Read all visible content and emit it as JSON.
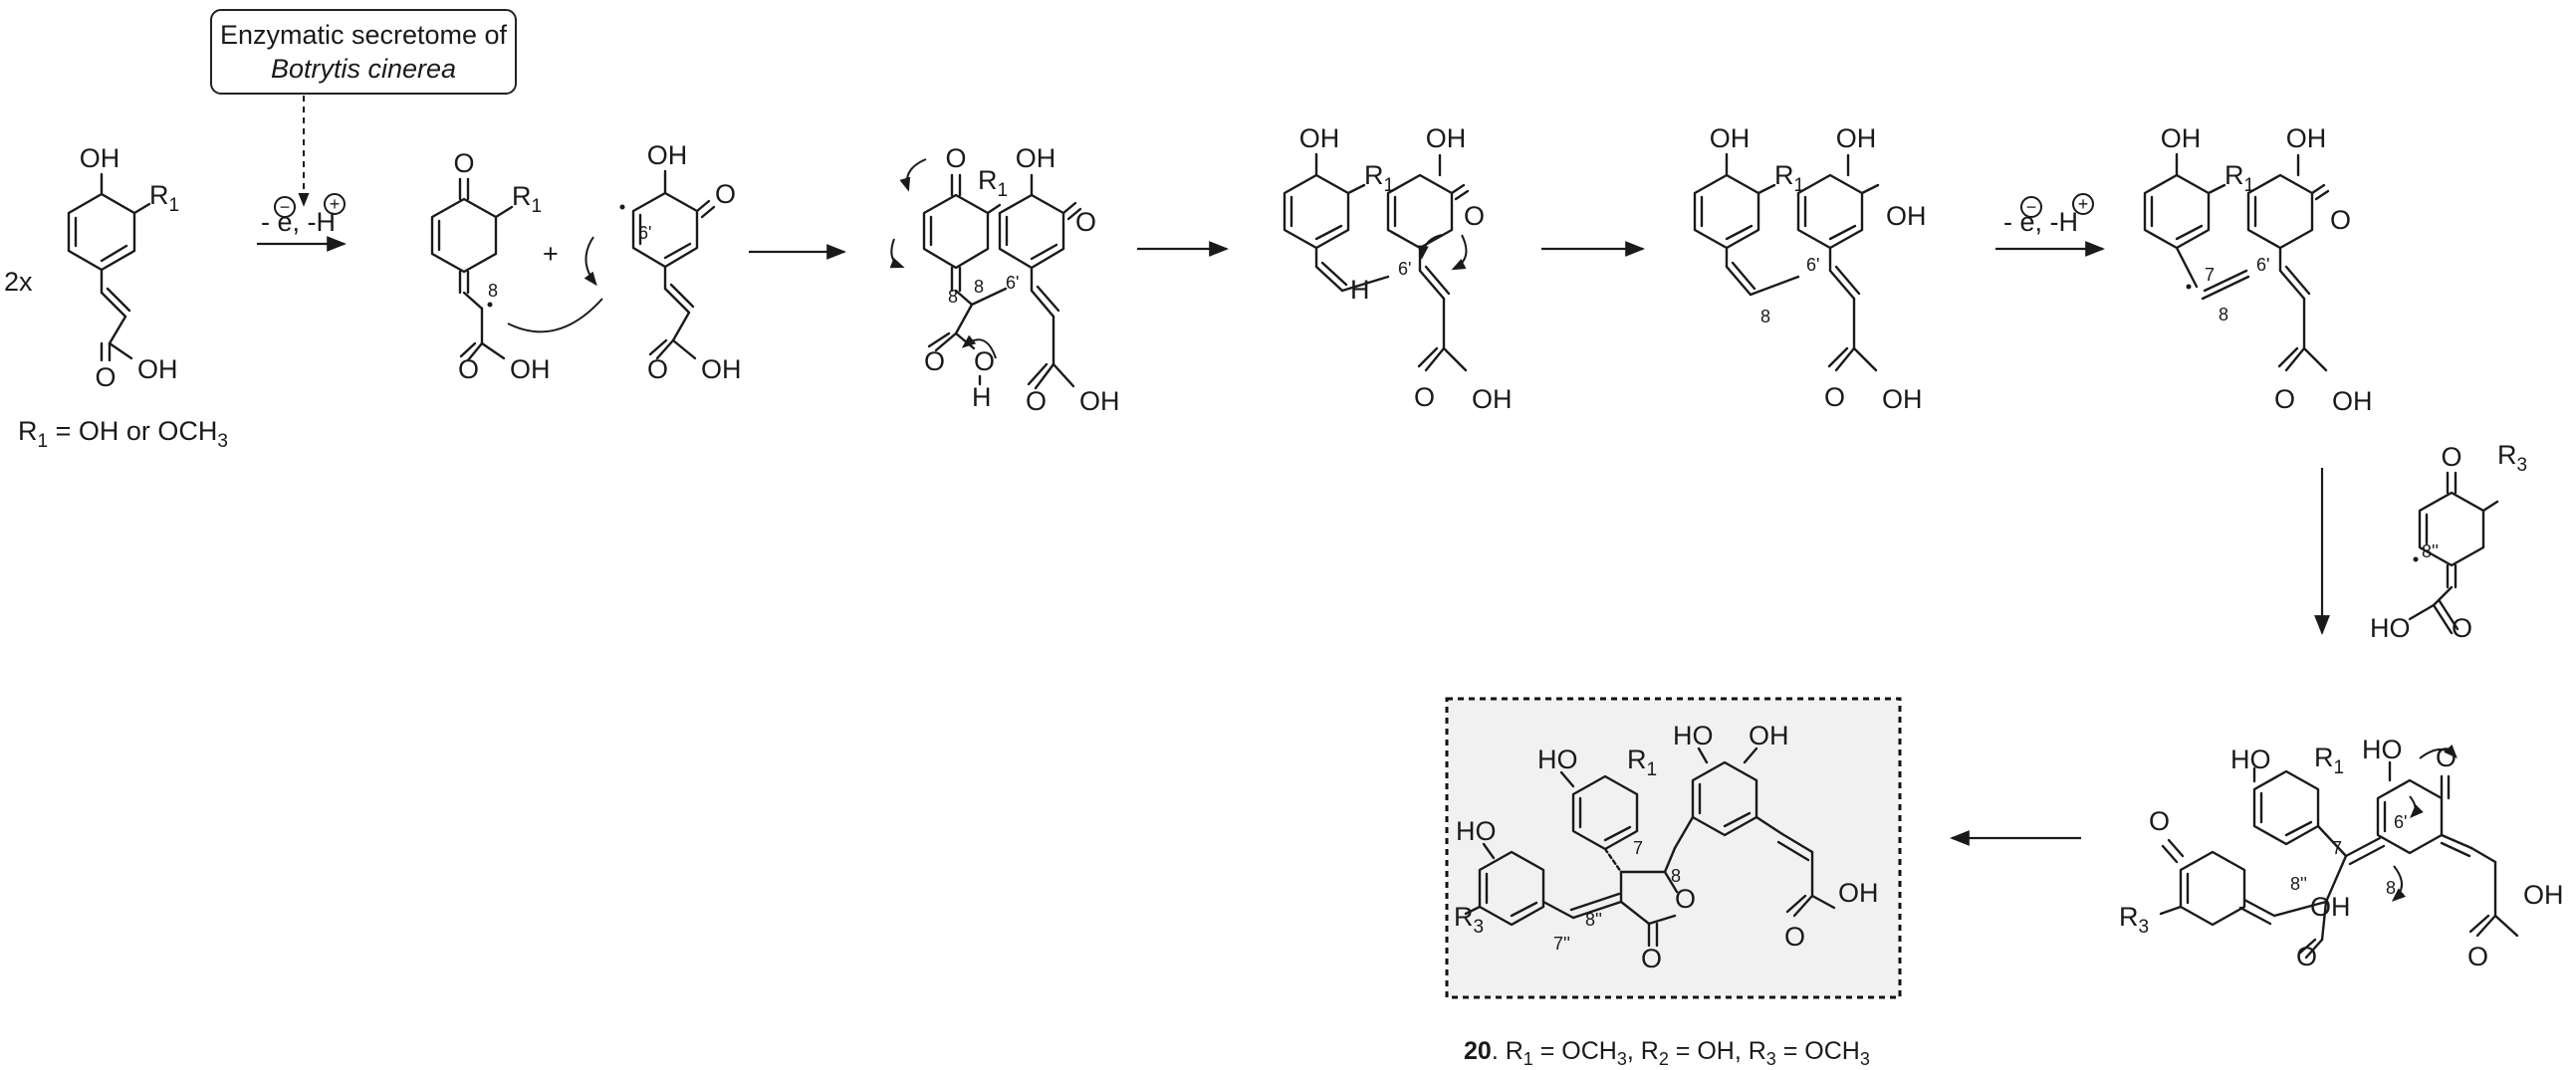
{
  "enzyme_box": {
    "line1": "Enzymatic secretome  of",
    "line2": "Botrytis cinerea"
  },
  "oxidation_label": "- e, -H",
  "minus_sign": "−",
  "plus_sign": "+",
  "two_x": "2x",
  "plus_between": "+",
  "r1_definition": {
    "prefix": "R",
    "sub1": "1",
    "mid": " = OH or OCH",
    "sub2": "3"
  },
  "atoms": {
    "OH": "OH",
    "O": "O",
    "H": "H",
    "HO": "HO",
    "R1": "R",
    "R1_sub": "1",
    "R3": "R",
    "R3_sub": "3"
  },
  "positions": {
    "p8": "8",
    "p6p": "6'",
    "p7": "7",
    "p8pp": "8''",
    "p7pp": "7''"
  },
  "product_caption": {
    "compound": "20",
    "text": ". R = OCH, R = OH, R = OCH",
    "r1": "R",
    "r1_sub": "1",
    "eq1": " = OCH",
    "och3_sub1": "3",
    "r2": ", R",
    "r2_sub": "2",
    "eq2": " = OH, R",
    "r3_sub": "3",
    "eq3": " = OCH",
    "och3_sub2": "3"
  }
}
